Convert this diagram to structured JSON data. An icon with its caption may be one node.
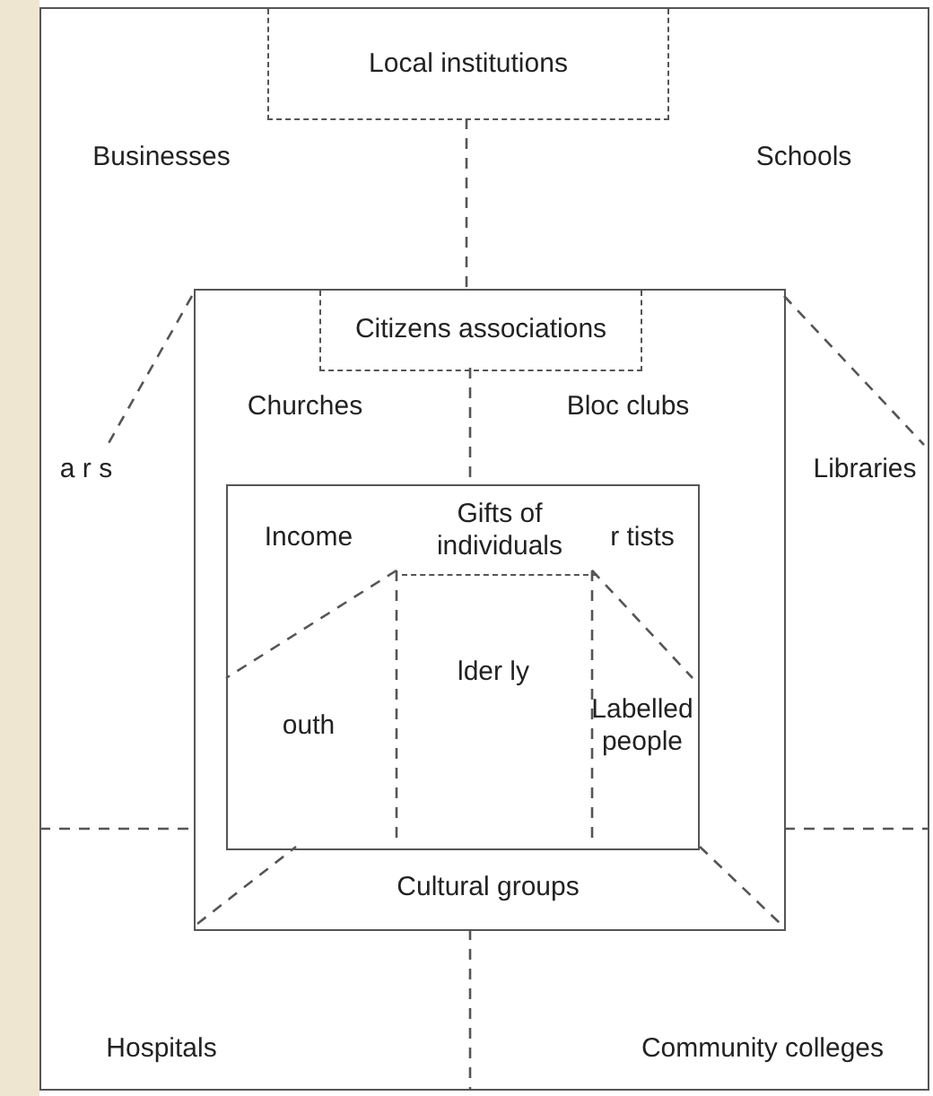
{
  "diagram": {
    "nodes": [
      {
        "text": [],
        "shape": "box"
      },
      {
        "text": [
          "Local institutions"
        ],
        "in": 0
      },
      {
        "text": [],
        "shape": "box",
        "in": 0
      },
      {
        "text": [
          "Citizens associations"
        ],
        "in": 2
      },
      {
        "text": [],
        "shape": "box",
        "in": 2
      },
      {
        "text": [
          "Gifts of individuals"
        ],
        "in": 4
      }
    ],
    "edges": [],
    "labels": [
      "Businesses",
      "Schools",
      "Churches",
      "Bloc clubs",
      "a r s",
      "Libraries",
      "Income",
      "r tists",
      "lder ly",
      "outh",
      "Labelled people",
      "Cultural groups",
      "Hospitals",
      "Community colleges"
    ]
  }
}
